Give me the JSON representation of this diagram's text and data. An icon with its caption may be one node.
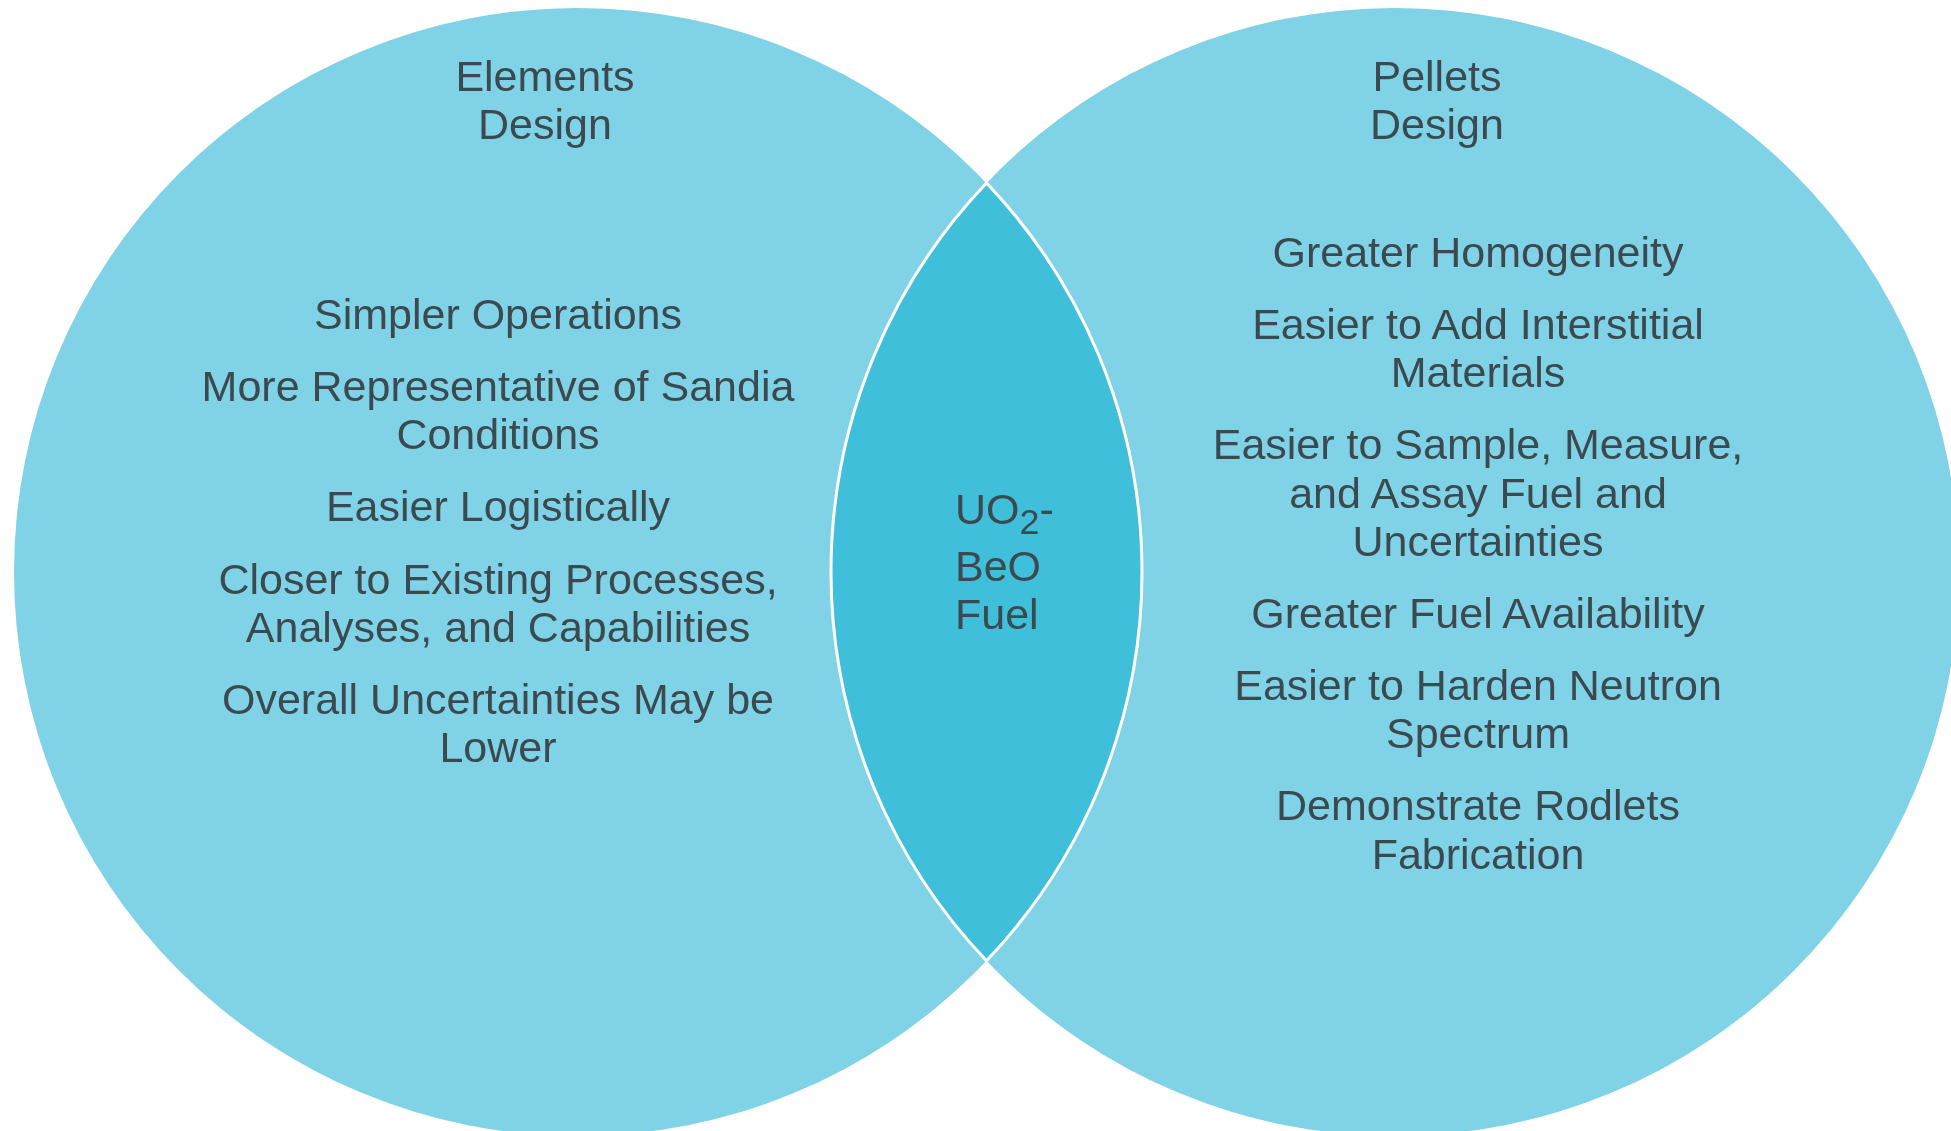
{
  "diagram": {
    "nodes": [
      {
        "text": [
          "Elements Design",
          "Simpler Operations",
          "More Representative of Sandia Conditions",
          "Easier Logistically",
          "Closer to Existing Processes, Analyses, and Capabilities",
          "Overall Uncertainties May be Lower"
        ]
      },
      {
        "text": [
          "Pellets Design",
          "Greater Homogeneity",
          "Easier to Add Interstitial Materials",
          "Easier to Sample, Measure, and Assay Fuel and Uncertainties",
          "Greater Fuel Availability",
          "Easier to Harden Neutron Spectrum",
          "Demonstrate Rodlets Fabrication"
        ]
      },
      {
        "text": [
          "UO$_{2}$- BeO Fuel"
        ]
      }
    ],
    "edges": []
  }
}
